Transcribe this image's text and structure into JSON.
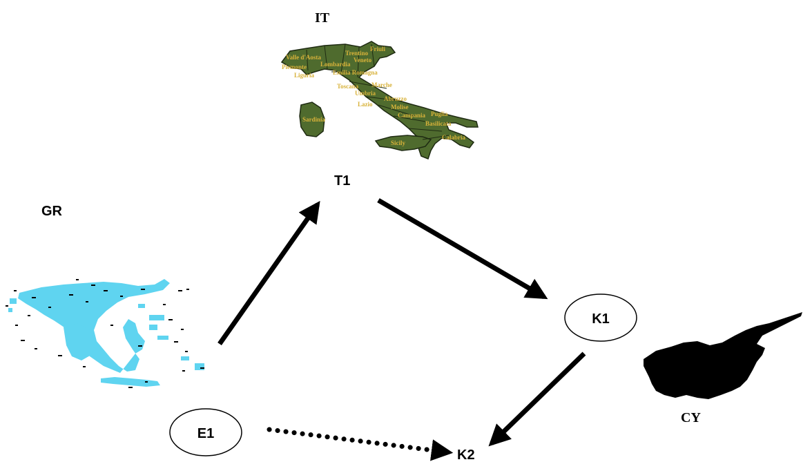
{
  "countries": {
    "italy": {
      "code": "IT",
      "fill": "#4f6b2e",
      "region_labels": [
        "Valle d'Aosta",
        "Lombardia",
        "Trentino",
        "Friuli",
        "Veneto",
        "Piemonte",
        "Emilia Romagna",
        "Liguria",
        "Toscana",
        "Marche",
        "Umbria",
        "Lazio",
        "Abruzzo",
        "Molise",
        "Campania",
        "Puglia",
        "Basilicata",
        "Calabria",
        "Sardinia",
        "Sicily"
      ]
    },
    "greece": {
      "code": "GR",
      "fill": "#5fd4f0"
    },
    "cyprus": {
      "code": "CY",
      "fill": "#000000"
    }
  },
  "nodes": {
    "e1": {
      "label": "E1",
      "circled": true
    },
    "t1": {
      "label": "T1",
      "circled": false
    },
    "k1": {
      "label": "K1",
      "circled": true
    },
    "k2": {
      "label": "K2",
      "circled": false
    }
  },
  "edges": [
    {
      "from": "E1",
      "to": "T1",
      "style": "solid"
    },
    {
      "from": "T1",
      "to": "K1",
      "style": "solid"
    },
    {
      "from": "K1",
      "to": "K2",
      "style": "solid"
    },
    {
      "from": "E1",
      "to": "K2",
      "style": "dotted"
    }
  ]
}
